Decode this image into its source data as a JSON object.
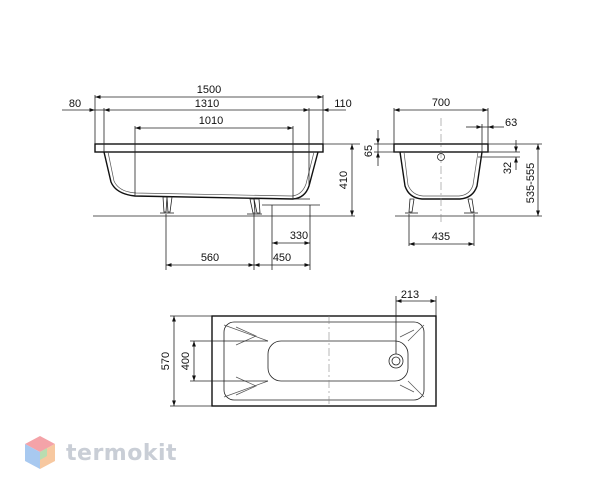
{
  "side_view": {
    "dims": {
      "total_length": "1500",
      "left_rim": "80",
      "inner_length": "1310",
      "right_rim": "110",
      "bottom_length": "1010",
      "height": "410",
      "feet_distance": "560",
      "leg_to_end": "450",
      "end_offset": "330"
    }
  },
  "front_view": {
    "dims": {
      "width": "700",
      "rim_depth": "65",
      "rim_edge": "63",
      "overflow": "32",
      "total_height": "535-555",
      "feet_width": "435"
    }
  },
  "top_view": {
    "dims": {
      "drain_offset": "213",
      "outer_width": "570",
      "inner_width": "400"
    }
  },
  "watermark": {
    "text": "termokit",
    "colors": [
      "#f4a3a8",
      "#a8c9f0",
      "#b9ddb0",
      "#f7c8a0"
    ]
  }
}
